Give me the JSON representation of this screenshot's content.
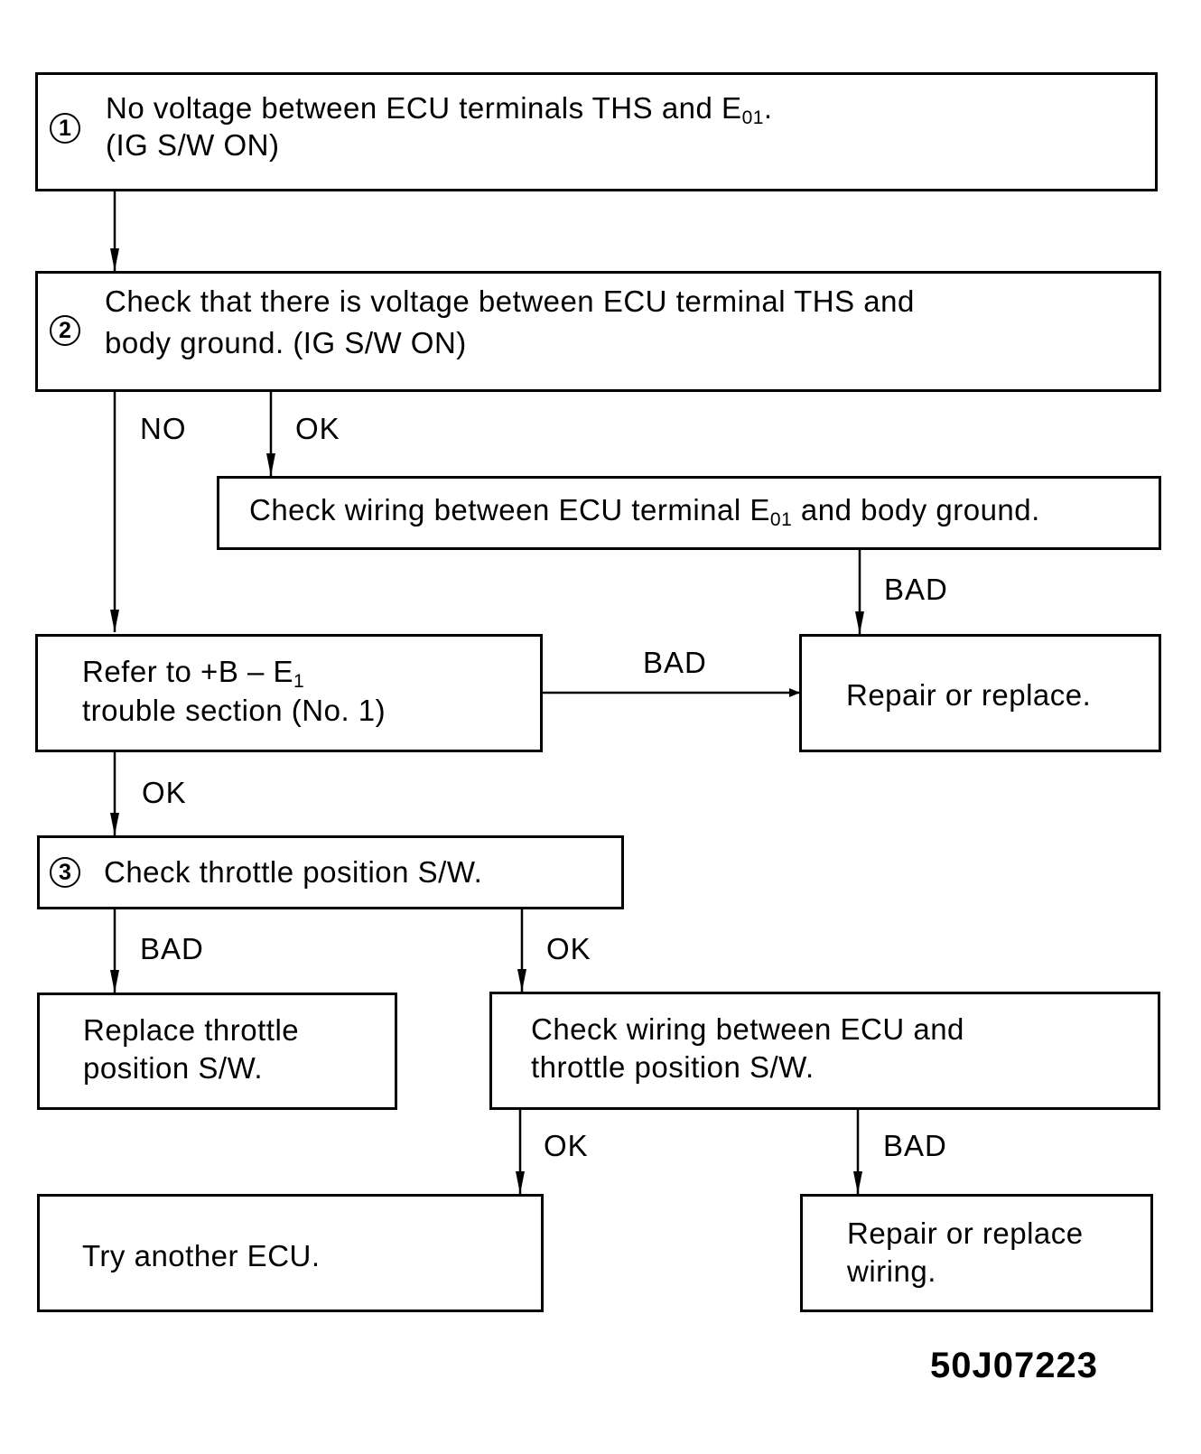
{
  "steps": {
    "s1": {
      "number": "1",
      "line1_pre": "No voltage between ECU terminals THS and E",
      "line1_sub": "01",
      "line1_post": ".",
      "line2": "(IG S/W ON)"
    },
    "s2": {
      "number": "2",
      "line1": "Check that there is voltage between ECU terminal THS and",
      "line2": "body ground. (IG S/W ON)"
    },
    "s3": {
      "number": "3",
      "text": "Check throttle position S/W."
    }
  },
  "boxes": {
    "check_e01": {
      "pre": "Check wiring between ECU terminal E",
      "sub": "01",
      "post": " and body ground."
    },
    "refer": {
      "line1_pre": "Refer to +B – E",
      "line1_sub": "1",
      "line2": "trouble section (No. 1)"
    },
    "repair_replace": {
      "text": "Repair or replace."
    },
    "replace_throttle": {
      "line1": "Replace throttle",
      "line2": "position S/W."
    },
    "check_wiring_throttle": {
      "line1": "Check wiring between ECU and",
      "line2": "throttle position S/W."
    },
    "try_ecu": {
      "text": "Try another ECU."
    },
    "repair_wiring": {
      "line1": "Repair or replace",
      "line2": "wiring."
    }
  },
  "labels": {
    "s2_no": "NO",
    "s2_ok": "OK",
    "e01_bad": "BAD",
    "refer_bad": "BAD",
    "refer_ok": "OK",
    "s3_bad": "BAD",
    "s3_ok": "OK",
    "wiring_ok": "OK",
    "wiring_bad": "BAD"
  },
  "figure_code": "50J07223"
}
